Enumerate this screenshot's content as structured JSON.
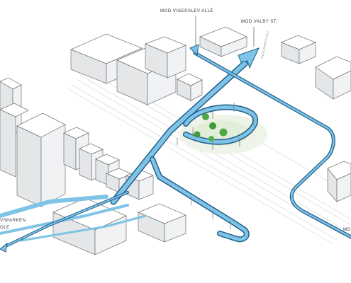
{
  "labels": {
    "vigerslev": "MOD VIGERSLEV ALLÉ",
    "valby": "MOD VALBY ST.",
    "street": "RANUNKELVEJ",
    "park_line1": "VSPARKEN",
    "park_line2": "OLE",
    "right_edge": "MO"
  },
  "colors": {
    "route_dark": "#1f5f8a",
    "route_light": "#7fc3e6",
    "tree": "#3f9a3c",
    "lawn": "#e8f2e0"
  },
  "icons": {
    "arrow_north": "arrow-up-right-icon",
    "arrow_valby": "arrow-up-right-icon",
    "arrow_left": "arrow-down-left-icon"
  }
}
